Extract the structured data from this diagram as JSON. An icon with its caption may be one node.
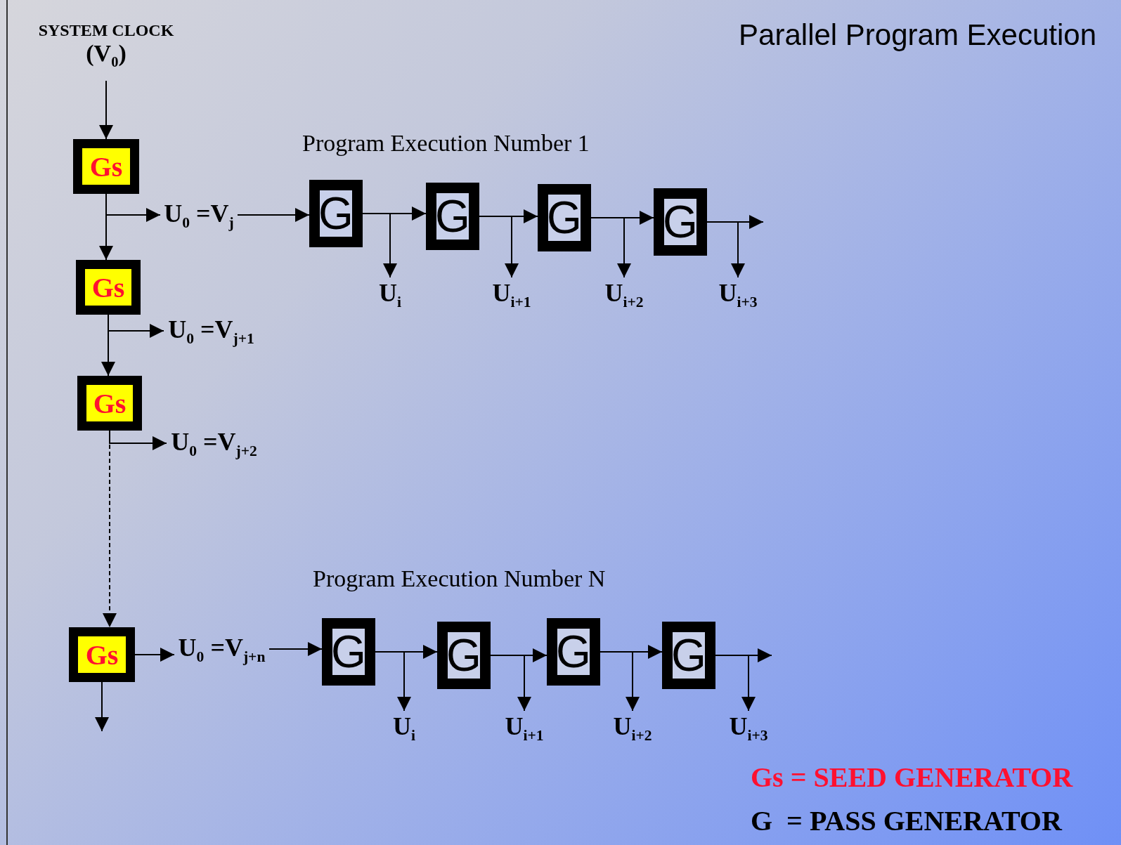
{
  "diagram": {
    "title": "Parallel Program Execution",
    "nodes": [
      {
        "text": [
          "SYSTEM CLOCK",
          "(V$_{0}$)"
        ]
      },
      {
        "text": [
          "Gs"
        ]
      },
      {
        "text": [
          "U$_{0}$ =V$_{j}$"
        ]
      },
      {
        "text": [
          "Gs"
        ]
      },
      {
        "text": [
          "U$_{0}$ =V$_{j+1}$"
        ]
      },
      {
        "text": [
          "Gs"
        ]
      },
      {
        "text": [
          "U$_{0}$ =V$_{j+2}$"
        ]
      },
      {
        "text": [
          "Gs"
        ]
      },
      {
        "text": [
          "U$_{0}$ =V$_{j+n}$"
        ]
      },
      {
        "text": [
          "G"
        ]
      },
      {
        "text": [
          "U$_{i}$"
        ]
      },
      {
        "text": [
          "G"
        ]
      },
      {
        "text": [
          "U$_{i+1}$"
        ]
      },
      {
        "text": [
          "G"
        ]
      },
      {
        "text": [
          "U$_{i+2}$"
        ]
      },
      {
        "text": [
          "G"
        ]
      },
      {
        "text": [
          "U$_{i+3}$"
        ]
      },
      {
        "text": [
          "G"
        ]
      },
      {
        "text": [
          "U$_{i}$"
        ]
      },
      {
        "text": [
          "G"
        ]
      },
      {
        "text": [
          "U$_{i+1}$"
        ]
      },
      {
        "text": [
          "G"
        ]
      },
      {
        "text": [
          "U$_{i+2}$"
        ]
      },
      {
        "text": [
          "G"
        ]
      },
      {
        "text": [
          "U$_{i+3}$"
        ]
      }
    ],
    "edges": [
      {
        "from": 0,
        "to": 1,
        "arrow": "to"
      },
      {
        "from": 1,
        "to": 2,
        "arrow": "to"
      },
      {
        "from": 1,
        "to": 3,
        "arrow": "to"
      },
      {
        "from": 2,
        "to": 9,
        "arrow": "to"
      },
      {
        "from": 9,
        "to": 10,
        "arrow": "to"
      },
      {
        "from": 9,
        "to": 11,
        "arrow": "to"
      },
      {
        "from": 11,
        "to": 12,
        "arrow": "to"
      },
      {
        "from": 11,
        "to": 13,
        "arrow": "to"
      },
      {
        "from": 13,
        "to": 14,
        "arrow": "to"
      },
      {
        "from": 13,
        "to": 15,
        "arrow": "to"
      },
      {
        "from": 15,
        "to": 16,
        "arrow": "to"
      },
      {
        "from": 15,
        "to": null,
        "arrow": "to"
      },
      {
        "from": 3,
        "to": 4,
        "arrow": "to"
      },
      {
        "from": 3,
        "to": 5,
        "arrow": "to"
      },
      {
        "from": 5,
        "to": 6,
        "arrow": "to"
      },
      {
        "from": 5,
        "to": 7,
        "arrow": "to",
        "style": "dashed"
      },
      {
        "from": 7,
        "to": 8,
        "arrow": "to"
      },
      {
        "from": 7,
        "to": null,
        "arrow": "to"
      },
      {
        "from": 8,
        "to": 17,
        "arrow": "to"
      },
      {
        "from": 17,
        "to": 18,
        "arrow": "to"
      },
      {
        "from": 17,
        "to": 19,
        "arrow": "to"
      },
      {
        "from": 19,
        "to": 20,
        "arrow": "to"
      },
      {
        "from": 19,
        "to": 21,
        "arrow": "to"
      },
      {
        "from": 21,
        "to": 22,
        "arrow": "to"
      },
      {
        "from": 21,
        "to": 23,
        "arrow": "to"
      },
      {
        "from": 23,
        "to": 24,
        "arrow": "to"
      },
      {
        "from": 23,
        "to": null,
        "arrow": "to"
      }
    ],
    "labels": [
      "Program Execution Number 1",
      "Program Execution Number N",
      "Gs = SEED GENERATOR",
      "G  = PASS GENERATOR"
    ]
  }
}
